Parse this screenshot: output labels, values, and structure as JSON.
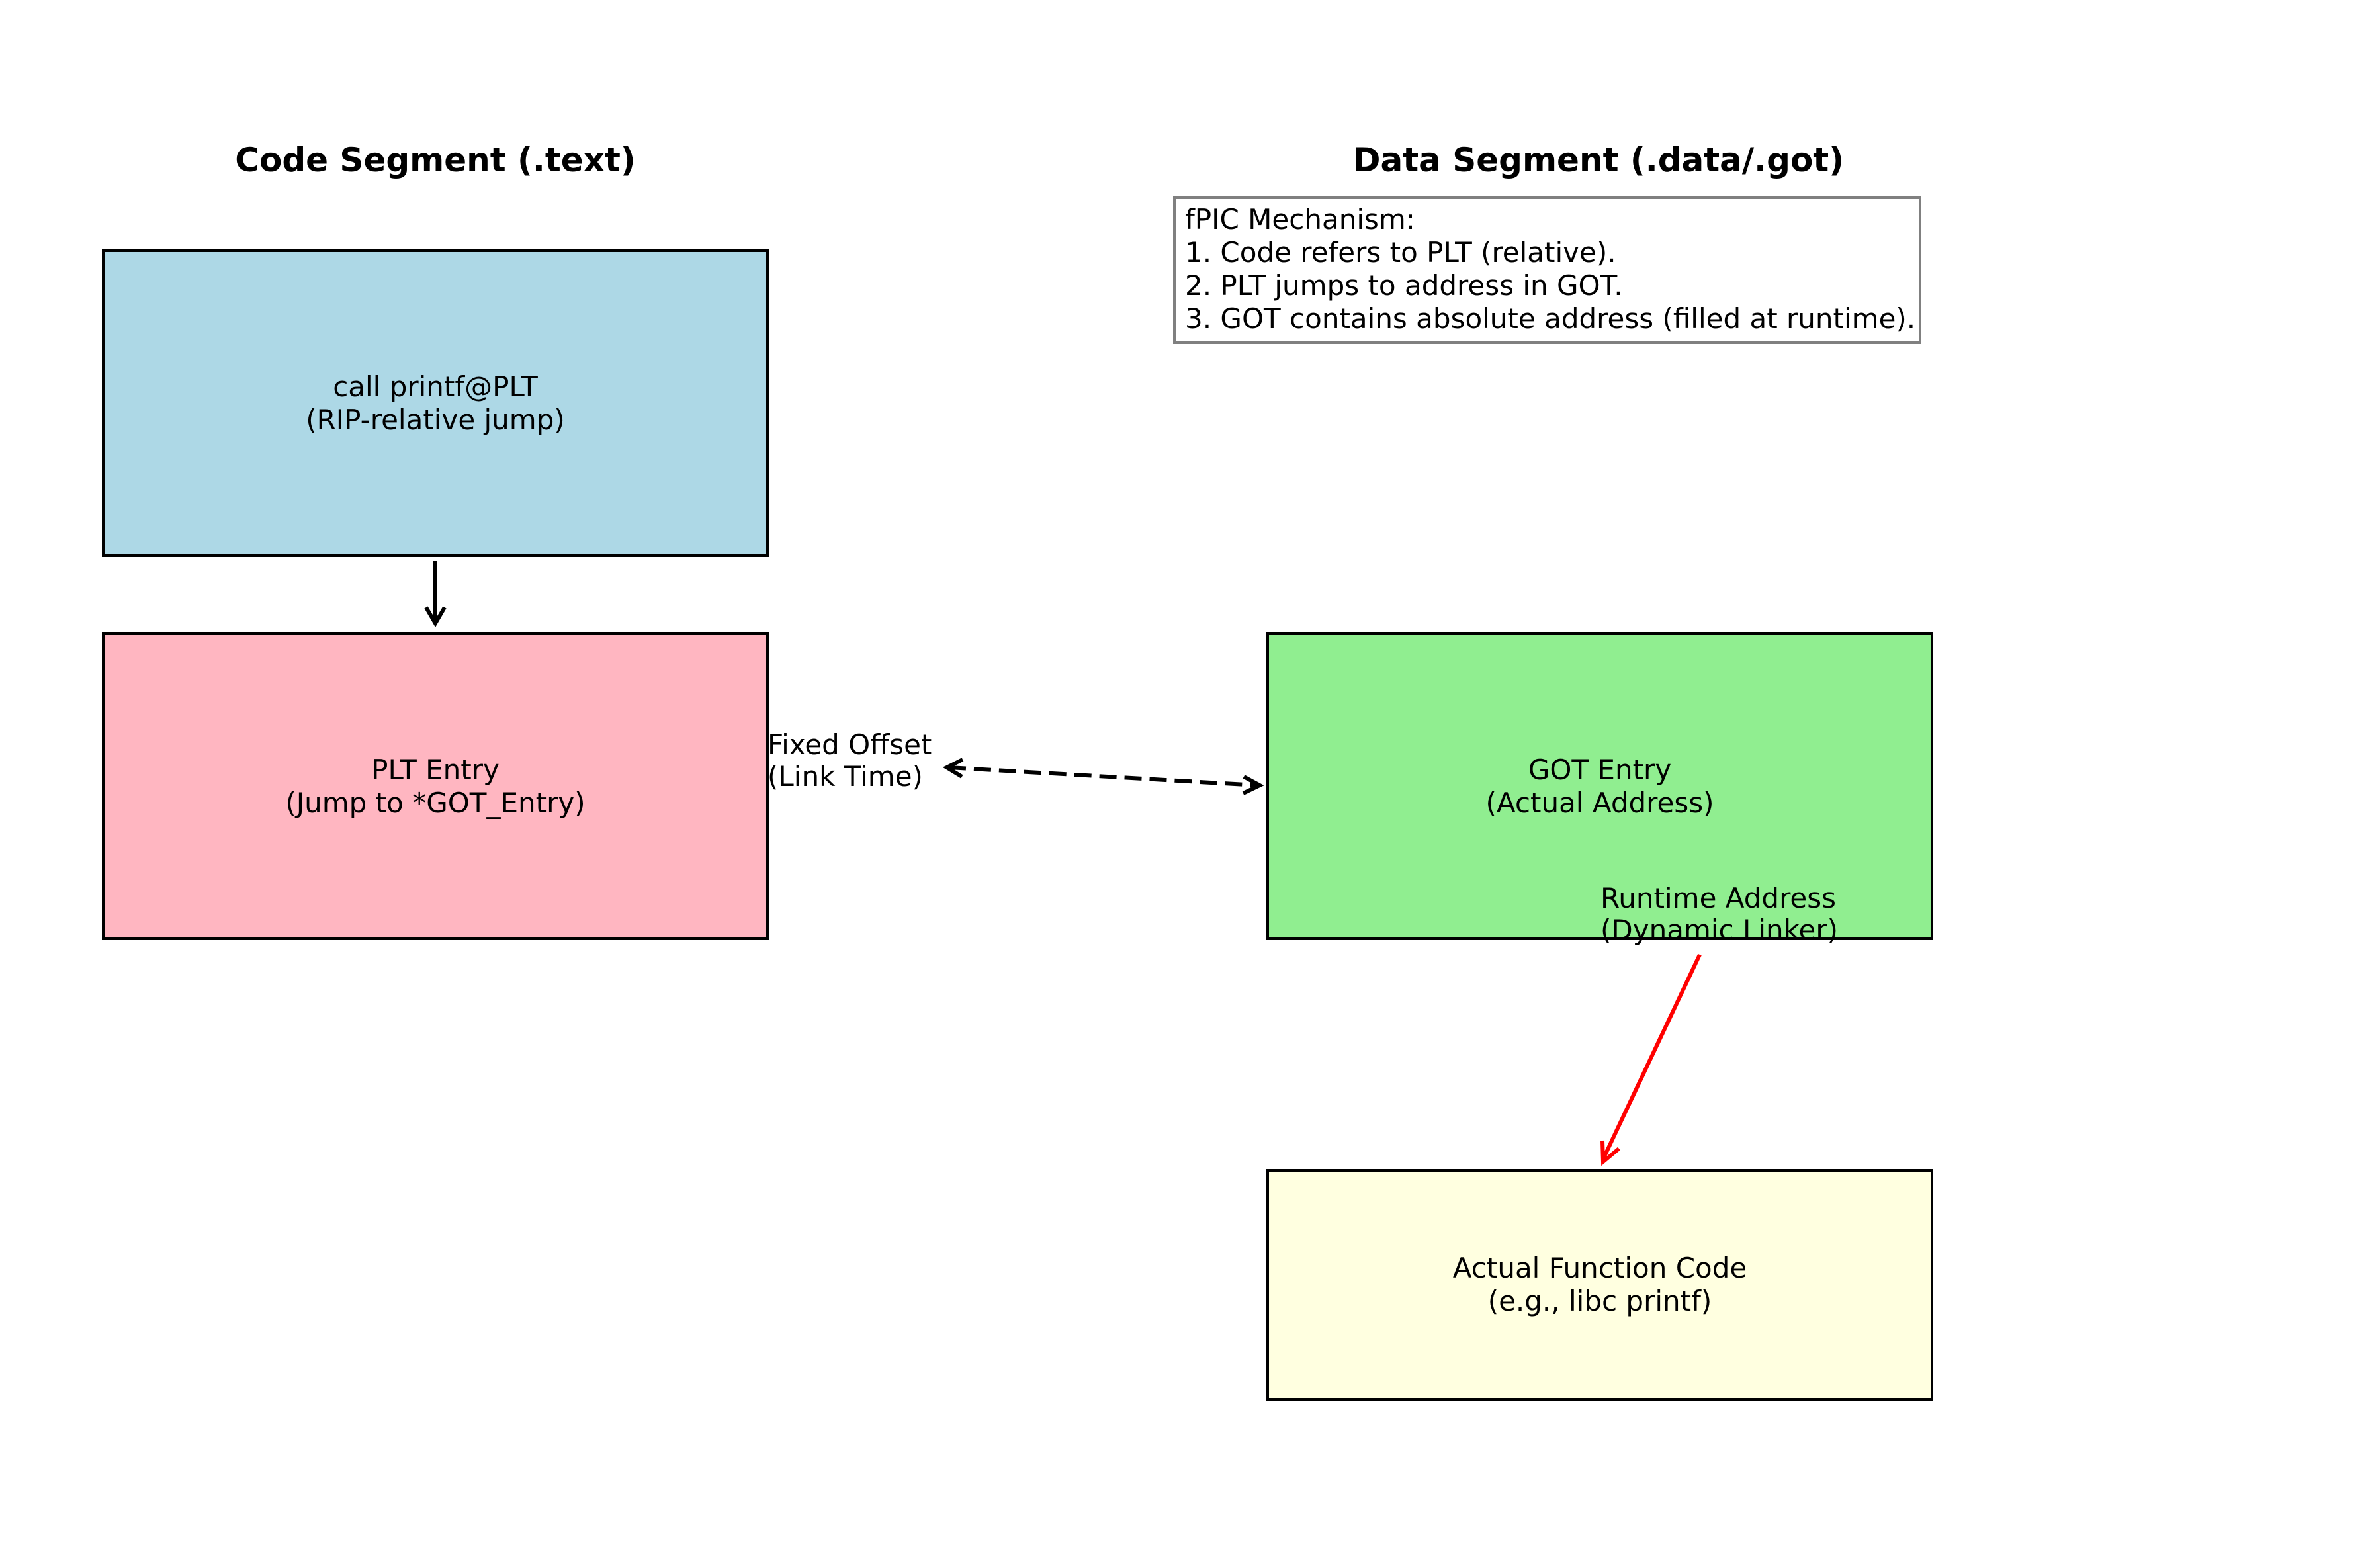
{
  "headings": {
    "code_segment": "Code Segment (.text)",
    "data_segment": "Data Segment (.data/.got)"
  },
  "boxes": {
    "call": {
      "lines": [
        "call printf@PLT",
        "(RIP-relative jump)"
      ],
      "color": "#add8e6"
    },
    "plt": {
      "lines": [
        "PLT Entry",
        "(Jump to *GOT_Entry)"
      ],
      "color": "#ffb6c1"
    },
    "got": {
      "lines": [
        "GOT Entry",
        "(Actual Address)"
      ],
      "color": "#90ee90"
    },
    "function": {
      "lines": [
        "Actual Function Code",
        "(e.g., libc printf)"
      ],
      "color": "#ffffe0"
    }
  },
  "note": {
    "lines": [
      "fPIC Mechanism:",
      "1. Code refers to PLT (relative).",
      "2. PLT jumps to address in GOT.",
      "3. GOT contains absolute address (filled at runtime)."
    ]
  },
  "arrow_labels": {
    "fixed_offset": [
      "Fixed Offset",
      "(Link Time)"
    ],
    "runtime": [
      "Runtime Address",
      "(Dynamic Linker)"
    ]
  },
  "colors": {
    "runtime_arrow": "#ff0000",
    "note_border": "#808080"
  }
}
